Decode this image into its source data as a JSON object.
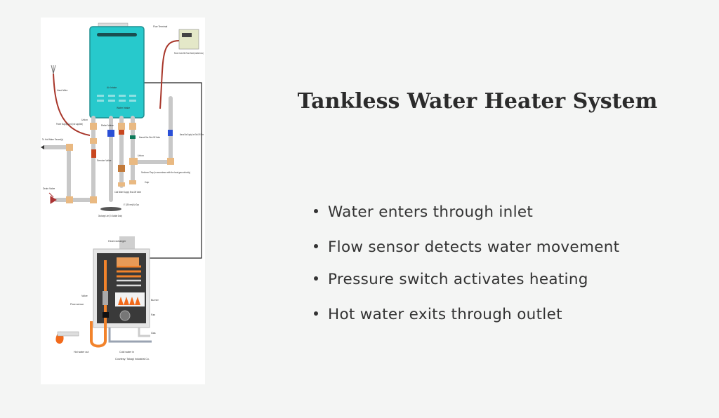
{
  "slide": {
    "title": "Tankless Water Heater System",
    "bullets": [
      "Water enters through inlet",
      "Flow sensor detects water movement",
      "Pressure switch activates heating",
      "Hot water exits through outlet"
    ]
  },
  "diagram": {
    "colors": {
      "heater": "#27c9cc",
      "pipe": "#c8c8c8",
      "fitting": "#e9b982",
      "wire": "#a8362a",
      "flame": "#f26a1b"
    },
    "install_labels": {
      "flue": "Flue Terminal",
      "remote": "Remote Control With Power Switch (Installed Indoor)",
      "hard_wire": "Hard-Wire",
      "air_intake": "Air Intake",
      "water_inlet": "Water Intake",
      "union": "Union",
      "power_cord": "Power Supply Cord (not supplied)",
      "relief": "Relief Valve",
      "to_hot": "To Hot Water Faucet(s)",
      "manual_gas": "Manual Gas Shut-Off Valve",
      "manual_gas_supply": "Manual Gas Supply Line Shut-Off Valve",
      "service": "Service Valve",
      "union2": "Union",
      "sediment": "Sediment Trap (in accordance with the local gas authority)",
      "cap": "Cap",
      "drain": "Drain Valve",
      "cold_supply": "Cold Water Supply Shut-Off Valve",
      "air_gap": "6\" (150 mm) Air Gap",
      "discharge": "Discharge Line (To Suitable Drain)"
    },
    "cutaway_labels": {
      "heat_exchanger": "Heat exchanger",
      "valve": "Valve",
      "flow_sensor": "Flow sensor",
      "burner": "Burner",
      "fan": "Fan",
      "gas": "Gas",
      "hot_out": "Hot water out",
      "cold_in": "Cold water in",
      "courtesy": "Courtesy: Takagi Industrial Co."
    }
  }
}
